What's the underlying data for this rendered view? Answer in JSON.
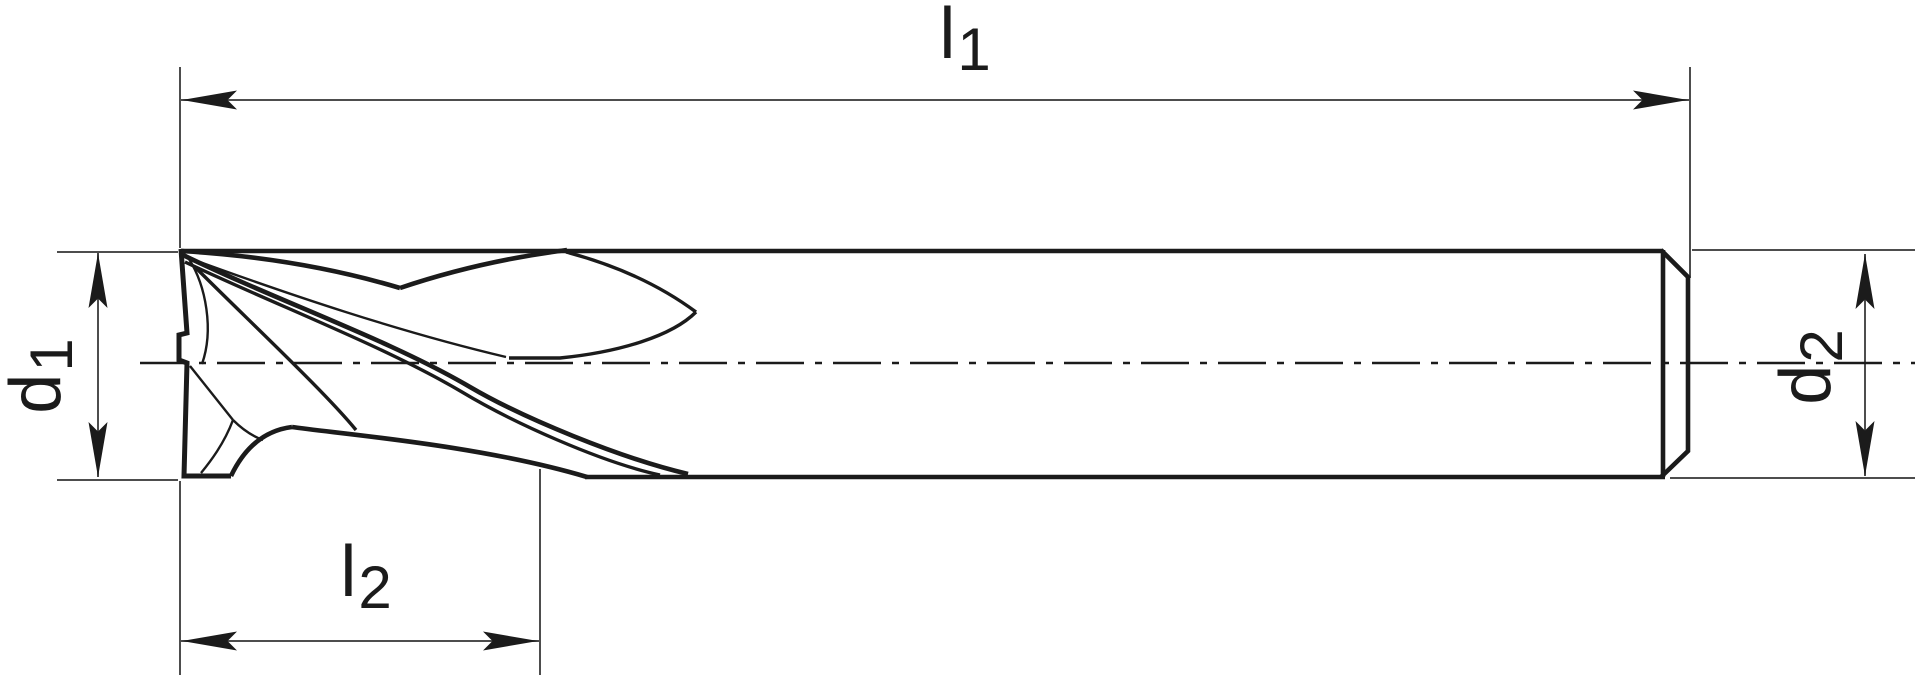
{
  "diagram": {
    "dimensions": {
      "l1": {
        "base": "l",
        "sub": "1"
      },
      "l2": {
        "base": "l",
        "sub": "2"
      },
      "d1": {
        "base": "d",
        "sub": "1"
      },
      "d2": {
        "base": "d",
        "sub": "2"
      }
    },
    "colors": {
      "outline": "#1b1b1b",
      "dimension": "#4d4d4d",
      "background": "#ffffff"
    }
  }
}
